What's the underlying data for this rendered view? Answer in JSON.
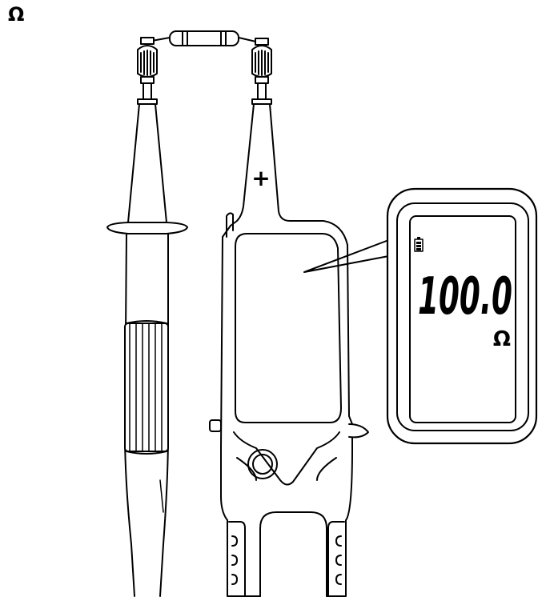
{
  "mode_symbol": "Ω",
  "lead_polarity": "+",
  "display": {
    "reading": "100.0",
    "unit": "Ω",
    "battery_icon": "battery-icon"
  },
  "colors": {
    "line": "#000000",
    "background": "#ffffff"
  }
}
